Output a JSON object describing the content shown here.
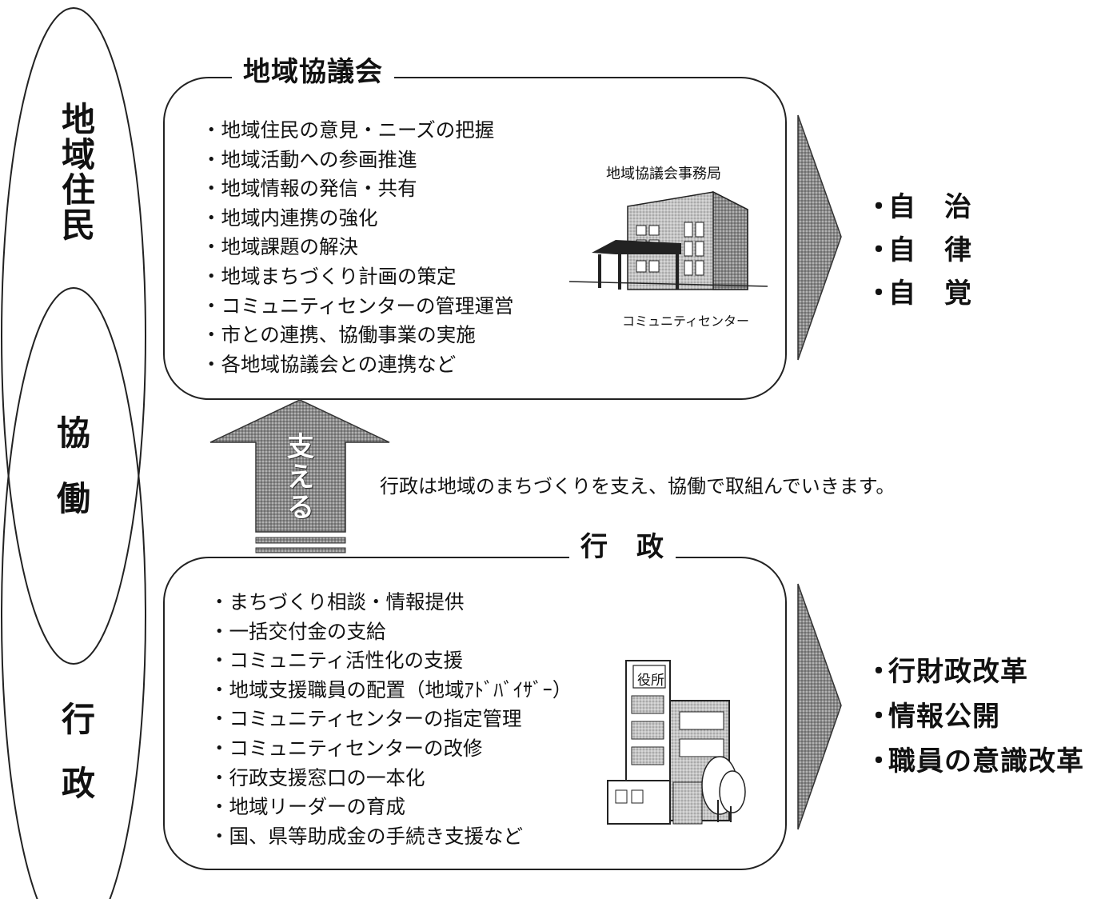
{
  "side_labels": {
    "residents": "地域住民",
    "collaboration_1": "協",
    "collaboration_2": "働",
    "government": "行政"
  },
  "council": {
    "title": "地域協議会",
    "items": [
      "地域住民の意見・ニーズの把握",
      "地域活動への参画推進",
      "地域情報の発信・共有",
      "地域内連携の強化",
      "地域課題の解決",
      "地域まちづくり計画の策定",
      "コミュニティセンターの管理運営",
      "市との連携、協働事業の実施",
      "各地域協議会との連携など"
    ],
    "office_label": "地域協議会事務局",
    "building_label": "コミュニティセンター"
  },
  "support": {
    "arrow_label": "支える",
    "note": "行政は地域のまちづくりを支え、協働で取組んでいきます。"
  },
  "government": {
    "title": "行　政",
    "items": [
      "まちづくり相談・情報提供",
      "一括交付金の支給",
      "コミュニティ活性化の支援",
      "地域支援職員の配置（地域ｱﾄﾞﾊﾞｲｻﾞｰ）",
      "コミュニティセンターの指定管理",
      "コミュニティセンターの改修",
      "行政支援窓口の一本化",
      "地域リーダーの育成",
      "国、県等助成金の手続き支援など"
    ],
    "building_sign": "役所"
  },
  "outcomes": {
    "council": [
      "自　治",
      "自　律",
      "自　覚"
    ],
    "government": [
      "行財政改革",
      "情報公開",
      "職員の意識改革"
    ]
  }
}
